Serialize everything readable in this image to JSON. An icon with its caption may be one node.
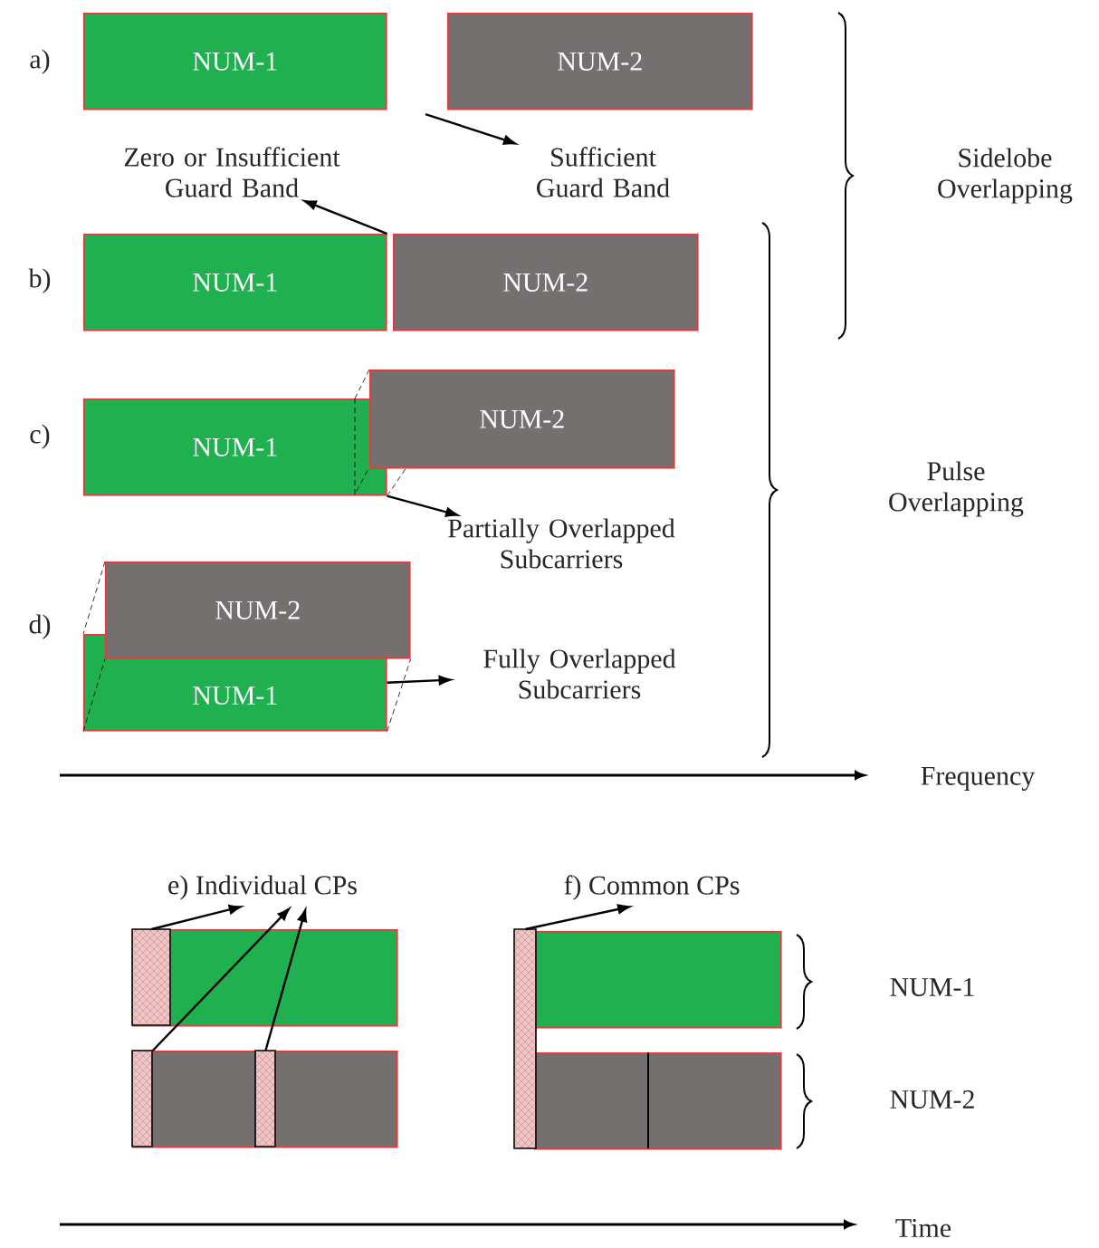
{
  "diagram": {
    "nodes": [
      {
        "text": [
          "NUM-1"
        ]
      },
      {
        "text": [
          "NUM-2"
        ]
      },
      {
        "text": [
          "Zero or Insufficient Guard Band"
        ]
      },
      {
        "text": [
          "Sufficient Guard Band"
        ]
      },
      {
        "text": [
          "NUM-1"
        ]
      },
      {
        "text": [
          "NUM-2"
        ]
      },
      {
        "text": [
          "NUM-1"
        ]
      },
      {
        "text": [
          "NUM-2"
        ]
      },
      {
        "text": [
          "Partially Overlapped Subcarriers"
        ]
      },
      {
        "text": [
          "NUM-2"
        ]
      },
      {
        "text": [
          "NUM-1"
        ]
      },
      {
        "text": [
          "Fully Overlapped Subcarriers"
        ]
      },
      {
        "text": [
          "e) Individual CPs"
        ]
      },
      {
        "text": [
          "f) Common CPs"
        ]
      },
      {
        "text": [],
        "shape": "bar"
      },
      {
        "text": [],
        "shape": "box",
        "in": 14
      },
      {
        "text": [],
        "shape": "bar"
      },
      {
        "text": [],
        "shape": "box",
        "in": 16
      },
      {
        "text": [],
        "shape": "box",
        "in": 16
      },
      {
        "text": [],
        "shape": "bar"
      },
      {
        "text": [],
        "shape": "bar"
      },
      {
        "text": [],
        "shape": "box"
      }
    ],
    "edges": [
      {
        "from": null,
        "to": 3,
        "arrow": "to"
      },
      {
        "from": 4,
        "to": 2,
        "arrow": "to"
      },
      {
        "from": 6,
        "to": 8,
        "arrow": "to"
      },
      {
        "from": 10,
        "to": 11,
        "arrow": "to"
      },
      {
        "from": 15,
        "to": 12,
        "arrow": "to"
      },
      {
        "from": 17,
        "to": 12,
        "arrow": "to"
      },
      {
        "from": 18,
        "to": 12,
        "arrow": "to"
      },
      {
        "from": 21,
        "to": 13,
        "arrow": "to"
      },
      {
        "from": 7,
        "to": 6,
        "arrow": "none",
        "style": "dashed"
      },
      {
        "from": 6,
        "to": 7,
        "arrow": "none",
        "style": "dashed"
      },
      {
        "from": 9,
        "to": 10,
        "arrow": "none",
        "style": "dashed"
      },
      {
        "from": 10,
        "to": 9,
        "arrow": "none",
        "style": "dashed"
      },
      {
        "from": 10,
        "to": 9,
        "arrow": "none",
        "style": "dashed"
      }
    ],
    "labels": [
      "a)",
      "b)",
      "Sidelobe Overlapping",
      "c)",
      "Pulse Overlapping",
      "d)",
      "Frequency",
      "NUM-1",
      "NUM-2",
      "Time"
    ]
  }
}
